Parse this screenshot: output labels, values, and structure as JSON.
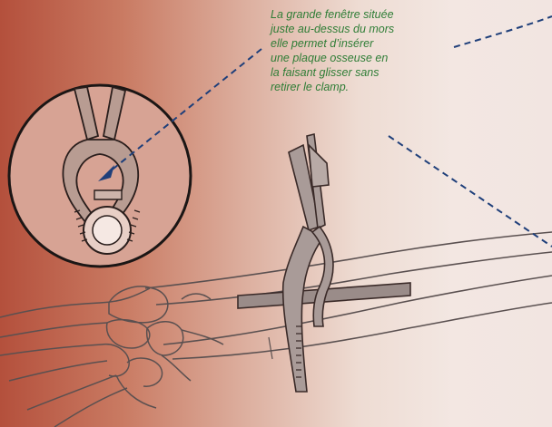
{
  "caption": {
    "lines": [
      "La grande fenêtre située",
      "juste au-dessus du mors",
      "elle permet d’insérer",
      "une plaque osseuse en",
      "la faisant glisser sans",
      "retirer le clamp."
    ]
  },
  "colors": {
    "background_left": "#b4503c",
    "background_right": "#f2e5e1",
    "caption_text": "#2f7d36",
    "leader_line": "#1f3f7a",
    "instrument_fill": "#a99b98",
    "instrument_stroke": "#3a2a28",
    "bone_stroke": "#5a5050"
  },
  "icons": {
    "forearm": "forearm-bones-icon",
    "hand": "hand-skeleton-icon",
    "clamp": "bone-clamp-icon",
    "plate": "bone-plate-icon",
    "inset": "clamp-jaw-detail-icon"
  }
}
